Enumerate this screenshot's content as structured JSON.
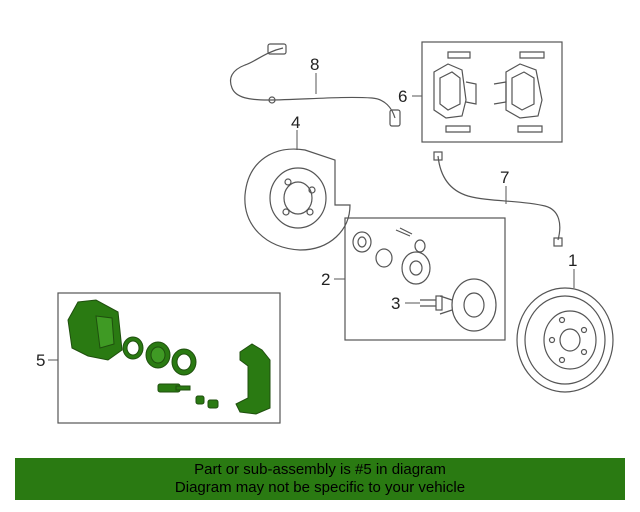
{
  "callouts": {
    "c1": "1",
    "c2": "2",
    "c3": "3",
    "c4": "4",
    "c5": "5",
    "c6": "6",
    "c7": "7",
    "c8": "8"
  },
  "banner": {
    "line1": "Part or sub-assembly is #5 in diagram",
    "line2": "Diagram may not be specific to your vehicle"
  },
  "colors": {
    "highlight": "#2a7a12",
    "line": "#555555"
  }
}
